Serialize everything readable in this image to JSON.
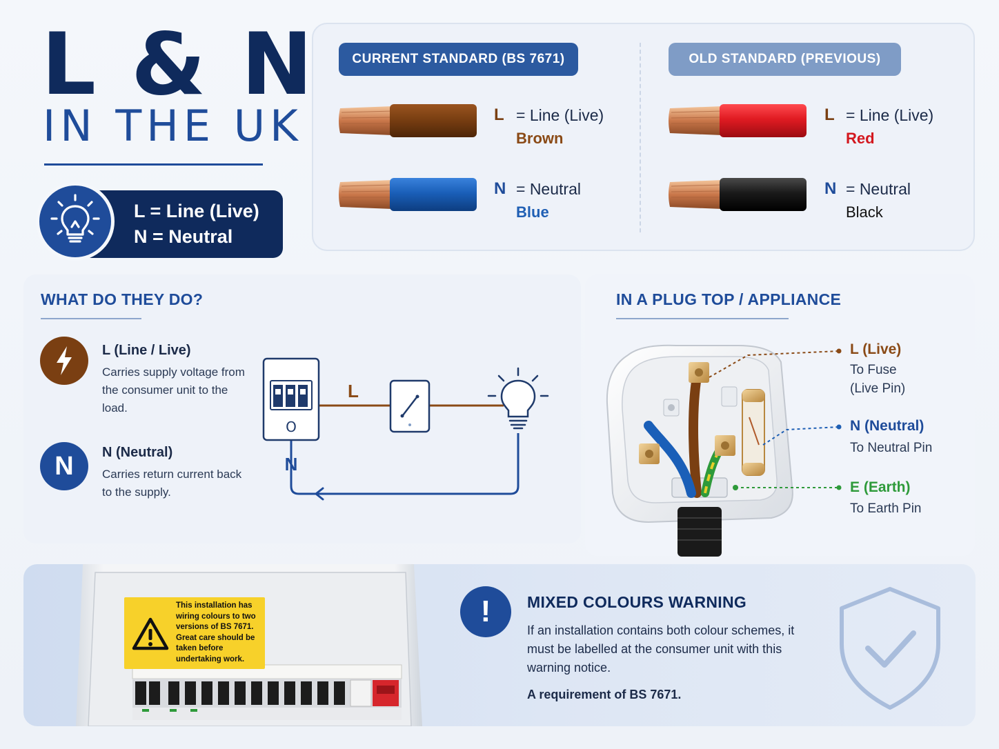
{
  "title": {
    "main": "L & N",
    "sub": "IN THE UK"
  },
  "badge": {
    "line1": "L  = Line (Live)",
    "line2": "N = Neutral"
  },
  "current": {
    "label": "CURRENT STANDARD (BS 7671)",
    "l_letter": "L",
    "l_desc": "= Line (Live)",
    "l_colour": "Brown",
    "n_letter": "N",
    "n_desc": "= Neutral",
    "n_colour": "Blue"
  },
  "old": {
    "label": "OLD STANDARD (PREVIOUS)",
    "l_letter": "L",
    "l_desc": "= Line (Live)",
    "l_colour": "Red",
    "n_letter": "N",
    "n_desc": "= Neutral",
    "n_colour": "Black"
  },
  "what": {
    "title": "WHAT DO THEY DO?",
    "line_head": "L (Line / Live)",
    "line_text": "Carries supply voltage from the consumer unit to the load.",
    "neutral_letter": "N",
    "neutral_head": "N (Neutral)",
    "neutral_text": "Carries return current back to the supply.",
    "diagram_l": "L",
    "diagram_n": "N",
    "unit_glyph": "O"
  },
  "plug": {
    "title": "IN A PLUG TOP / APPLIANCE",
    "live_head": "L (Live)",
    "live_text1": "To Fuse",
    "live_text2": "(Live Pin)",
    "neutral_head": "N (Neutral)",
    "neutral_text": "To Neutral Pin",
    "earth_head": "E (Earth)",
    "earth_text": "To Earth Pin"
  },
  "warning": {
    "title": "MIXED COLOURS WARNING",
    "text": "If an installation contains both colour schemes, it must be labelled at the consumer unit with this warning notice.",
    "requirement": "A requirement of BS 7671.",
    "notice": "This installation has wiring colours to two versions of BS 7671. Great care should be taken before undertaking work.",
    "icon_glyph": "!"
  },
  "colors": {
    "navy": "#0f2a5c",
    "blue": "#1f4c9a",
    "brown": "#7a3f12",
    "red": "#e01b22",
    "neutral_blue": "#1a5fb8",
    "earth_green": "#2e9a3a"
  }
}
